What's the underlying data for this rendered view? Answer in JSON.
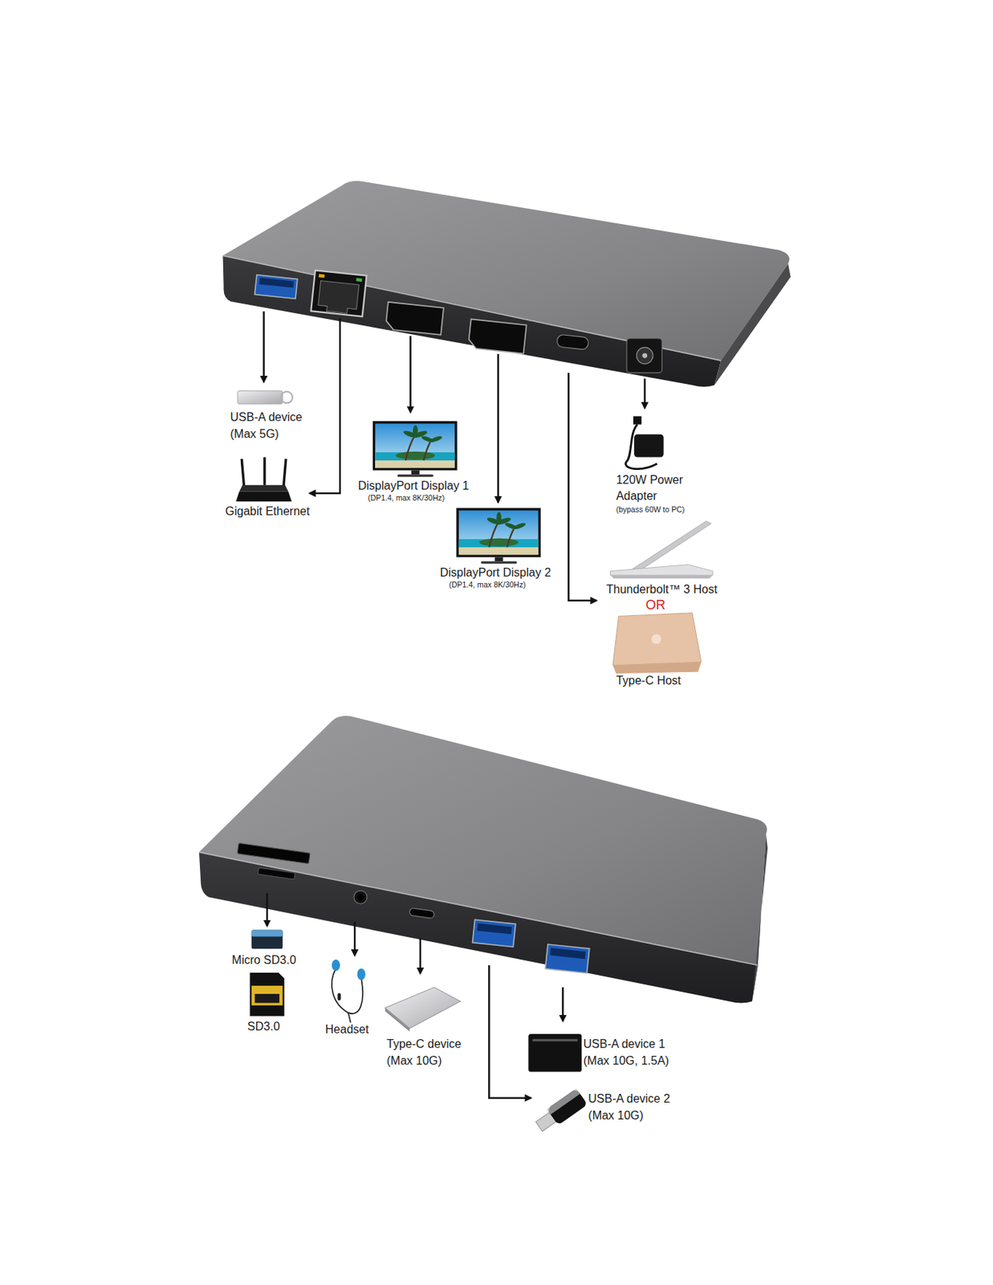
{
  "diagram": {
    "labels": [
      "USB-A device (Max 5G)",
      "Gigabit Ethernet",
      "DisplayPort Display 1",
      "(DP1.4, max 8K/30Hz)",
      "DisplayPort Display 2",
      "(DP1.4, max 8K/30Hz)",
      "120W Power Adapter",
      "(bypass 60W to PC)",
      "Thunderbolt™ 3 Host",
      "OR",
      "Type-C Host",
      "Micro SD3.0",
      "SD3.0",
      "Headset",
      "Type-C device (Max 10G)",
      "USB-A device 1 (Max 10G, 1.5A)",
      "USB-A device 2 (Max 10G)"
    ]
  }
}
